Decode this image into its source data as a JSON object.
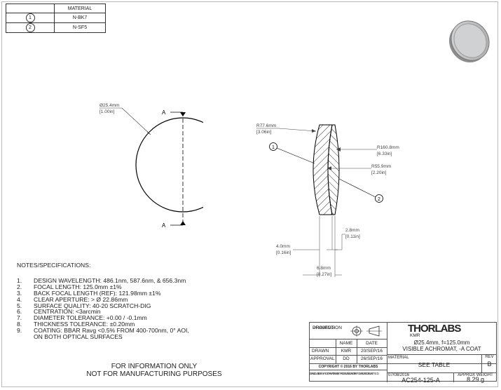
{
  "material_table": {
    "header": "MATERIAL",
    "rows": [
      {
        "id": "1",
        "material": "N-BK7"
      },
      {
        "id": "2",
        "material": "N-SF5"
      }
    ]
  },
  "front_view": {
    "diameter_mm": "Ø25.4mm",
    "diameter_in": "[1.00in]",
    "section_label_top": "A",
    "section_label_bottom": "A"
  },
  "side_view": {
    "r1_mm": "R77.6mm",
    "r1_in": "[3.06in]",
    "r2_mm": "R160.8mm",
    "r2_in": "[6.33in]",
    "r3_mm": "R55.9mm",
    "r3_in": "[2.20in]",
    "balloon_1": "1",
    "balloon_2": "2",
    "t1_mm": "2.8mm",
    "t1_in": "[0.11in]",
    "t2_mm": "4.0mm",
    "t2_in": "[0.16in]",
    "t3_mm": "6.8mm",
    "t3_in": "[0.27in]"
  },
  "notes": {
    "title": "NOTES/SPECIFICATIONS:",
    "items": [
      {
        "num": "1.",
        "text": "DESIGN WAVELENGTH: 486.1nm, 587.6nm, & 656.3nm"
      },
      {
        "num": "2.",
        "text": "FOCAL LENGTH: 125.0mm ±1%"
      },
      {
        "num": "3.",
        "text": "BACK FOCAL LENGTH (REF): 121.98mm ±1%"
      },
      {
        "num": "4.",
        "text": "CLEAR APERTURE: > Ø 22.86mm"
      },
      {
        "num": "5.",
        "text": "SURFACE QUALITY: 40-20 SCRATCH-DIG"
      },
      {
        "num": "6.",
        "text": "CENTRATION: <3arcmin"
      },
      {
        "num": "7.",
        "text": "DIAMETER TOLERANCE: +0.00 / -0.1mm"
      },
      {
        "num": "8.",
        "text": "THICKNESS TOLERANCE: ±0.20mm"
      },
      {
        "num": "9.",
        "text": "COATING: BBAR Ravg <0.5% FROM 400-700nm, 0° AOI,"
      },
      {
        "num": "",
        "text": "ON BOTH OPTICAL SURFACES"
      }
    ]
  },
  "disclaimer": {
    "line1": "FOR INFORMATION ONLY",
    "line2": "NOT FOR MANUFACTURING PURPOSES"
  },
  "title_block": {
    "projection_label_1": "DRAWING",
    "projection_label_2": "PROJECTION",
    "name_header": "NAME",
    "date_header": "DATE",
    "drawn_label": "DRAWN",
    "drawn_name": "KMR",
    "drawn_date": "20/SEP/16",
    "approval_label": "APPROVAL",
    "approval_name": "DD",
    "approval_date": "26/SEP/16",
    "copyright": "COPYRIGHT © 2016 BY THORLABS",
    "values_note_1": "VALUES IN PARENTHESIS ARE CALCULATED",
    "values_note_2": "AND MAY CONTAIN ROUNDOFF ERRORS",
    "logo": "THORLABS",
    "author": "KMR",
    "desc_1": "Ø25.4mm, f=125.0mm",
    "desc_2": "VISIBLE ACHROMAT, -A COAT",
    "rev_label": "REV",
    "rev": "B",
    "material_label": "MATERIAL",
    "material_value": "SEE TABLE",
    "date": "07/08/2016",
    "part_number": "AC254-125-A",
    "weight_label": "APPROX WEIGHT",
    "weight": "8.29 g"
  }
}
